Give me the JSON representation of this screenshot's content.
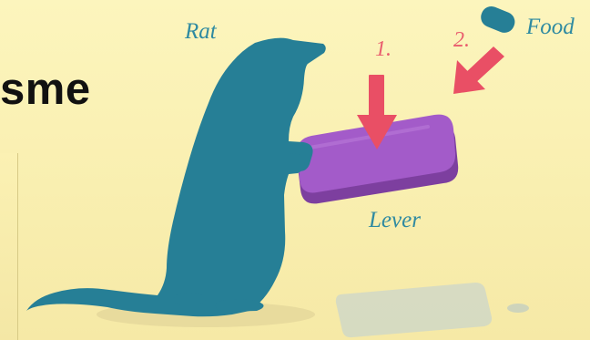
{
  "slide": {
    "partial_word": "sme"
  },
  "diagram": {
    "labels": {
      "rat": "Rat",
      "food": "Food",
      "lever": "Lever"
    },
    "steps": {
      "one": "1.",
      "two": "2."
    }
  },
  "colors": {
    "background": "#fbf3b8",
    "rat": "#267f96",
    "lever": "#8e50b5",
    "arrows": "#e94f65",
    "labels": "#2f8aa1",
    "food_pellet": "#267f96",
    "tray": "#d2d9c4"
  },
  "icons": {
    "rat": "rat-silhouette",
    "lever": "lever-bar",
    "food": "food-pellet",
    "arrow_one": "down-arrow",
    "arrow_two": "diagonal-down-left-arrow",
    "tray": "food-tray"
  }
}
